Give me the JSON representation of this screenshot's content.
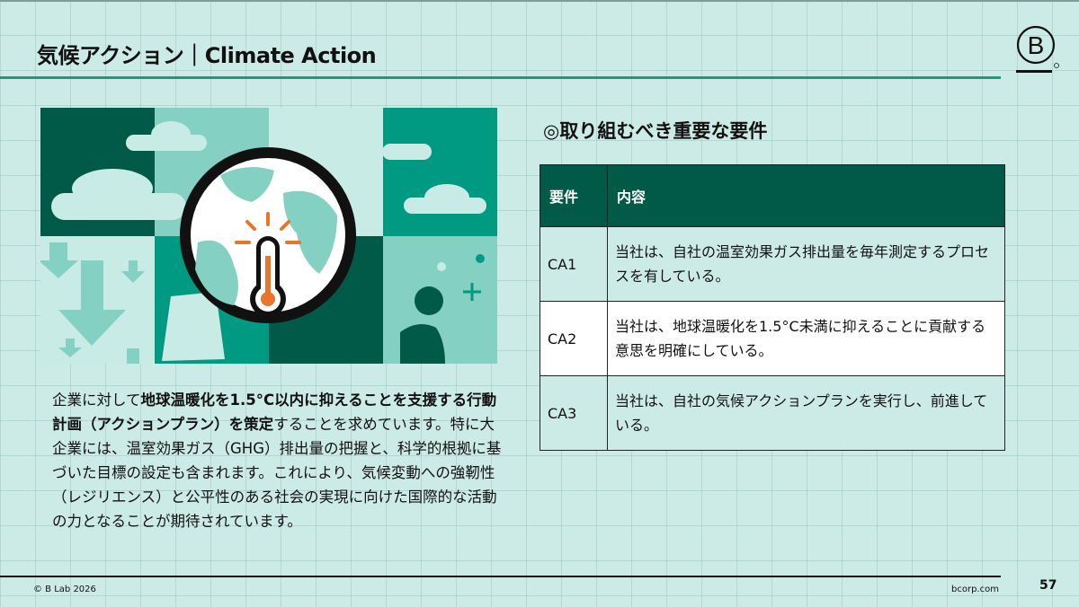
{
  "header": {
    "title": "気候アクション｜Climate Action",
    "logo": "B"
  },
  "colors": {
    "background": "#cdebe6",
    "accent": "#1a9a80",
    "dark_green": "#005a47",
    "teal": "#009a82",
    "orange": "#e8752b"
  },
  "illustration": {
    "icon": "globe-thermometer-icon"
  },
  "body": {
    "segments": [
      {
        "text": "企業に対して",
        "bold": false
      },
      {
        "text": "地球温暖化を1.5°C以内に抑えることを支援する行動計画（アクションプラン）を策定",
        "bold": true
      },
      {
        "text": "することを求めています。特に大企業には、温室効果ガス（GHG）排出量の把握と、科学的根拠に基づいた目標の設定も含まれます。これにより、気候変動への強靭性（レジリエンス）と公平性のある社会の実現に向けた国際的な活動の力となることが期待されています。",
        "bold": false
      }
    ]
  },
  "requirements": {
    "heading": "◎取り組むべき重要な要件",
    "columns": [
      "要件",
      "内容"
    ],
    "rows": [
      {
        "id": "CA1",
        "content": "当社は、自社の温室効果ガス排出量を毎年測定するプロセスを有している。"
      },
      {
        "id": "CA2",
        "content": "当社は、地球温暖化を1.5°C未満に抑えることに貢献する意思を明確にしている。"
      },
      {
        "id": "CA3",
        "content": "当社は、自社の気候アクションプランを実行し、前進している。"
      }
    ]
  },
  "footer": {
    "copyright": "© B Lab 2026",
    "site": "bcorp.com",
    "page": "57"
  }
}
